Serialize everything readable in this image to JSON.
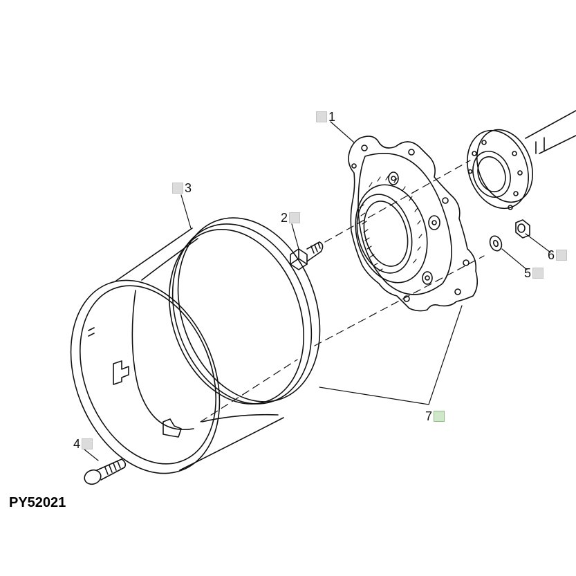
{
  "figure": {
    "id_label": "PY52021"
  },
  "callouts": [
    {
      "num": "1",
      "box": "left"
    },
    {
      "num": "2",
      "box": "right"
    },
    {
      "num": "3",
      "box": "left"
    },
    {
      "num": "4",
      "box": "right"
    },
    {
      "num": "5",
      "box": "right"
    },
    {
      "num": "6",
      "box": "right"
    },
    {
      "num": "7",
      "box": "right",
      "highlight": true
    }
  ],
  "colors": {
    "line": "#111111",
    "callout_box": "#dcdcdc",
    "callout_box_highlight": "#cfe8c9"
  }
}
